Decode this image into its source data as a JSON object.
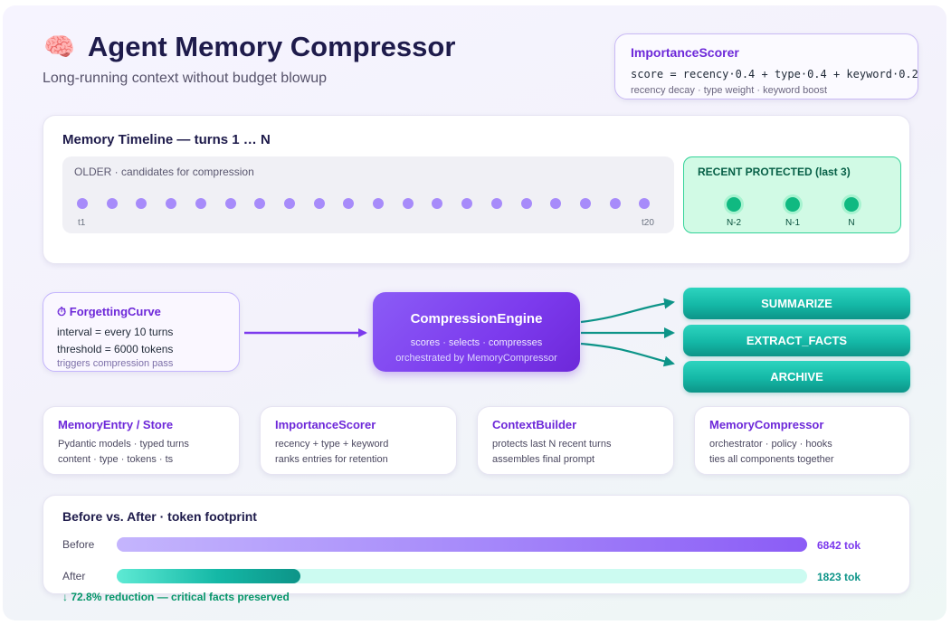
{
  "header": {
    "icon": "brain-icon",
    "title": "Agent Memory Compressor",
    "subtitle": "Long-running context without budget blowup"
  },
  "scorer_card": {
    "title": "ImportanceScorer",
    "formula": "score = recency·0.4 + type·0.4 + keyword·0.2",
    "note": "recency decay · type weight · keyword boost"
  },
  "timeline": {
    "title": "Memory Timeline — turns 1 … N",
    "older_label": "OLDER · candidates for compression",
    "older_dot_count": 20,
    "older_first_tick": "t1",
    "older_last_tick": "t20",
    "recent_label": "RECENT PROTECTED (last 3)",
    "recent_turns": [
      "N-2",
      "N-1",
      "N"
    ]
  },
  "forgetting_curve": {
    "title": "ForgettingCurve",
    "icon": "stopwatch-icon",
    "interval": "interval = every 10 turns",
    "threshold": "threshold = 6000 tokens",
    "note": "triggers compression pass"
  },
  "engine": {
    "title": "CompressionEngine",
    "subtitle": "scores · selects · compresses",
    "note": "orchestrated by MemoryCompressor"
  },
  "actions": [
    "SUMMARIZE",
    "EXTRACT_FACTS",
    "ARCHIVE"
  ],
  "components": [
    {
      "title": "MemoryEntry / Store",
      "line1": "Pydantic models · typed turns",
      "line2": "content · type · tokens · ts"
    },
    {
      "title": "ImportanceScorer",
      "line1": "recency + type + keyword",
      "line2": "ranks entries for retention"
    },
    {
      "title": "ContextBuilder",
      "line1": "protects last N recent turns",
      "line2": "assembles final prompt"
    },
    {
      "title": "MemoryCompressor",
      "line1": "orchestrator · policy · hooks",
      "line2": "ties all components together"
    }
  ],
  "before_after": {
    "title": "Before vs. After · token footprint",
    "before_label": "Before",
    "before_value": "6842 tok",
    "before_tokens": 6842,
    "after_label": "After",
    "after_value": "1823 tok",
    "after_tokens": 1823,
    "note": "↓ 72.8% reduction — critical facts preserved"
  },
  "colors": {
    "purple_accent": "#7c3aed",
    "teal_accent": "#0d9488",
    "green_protected": "#10b981"
  }
}
